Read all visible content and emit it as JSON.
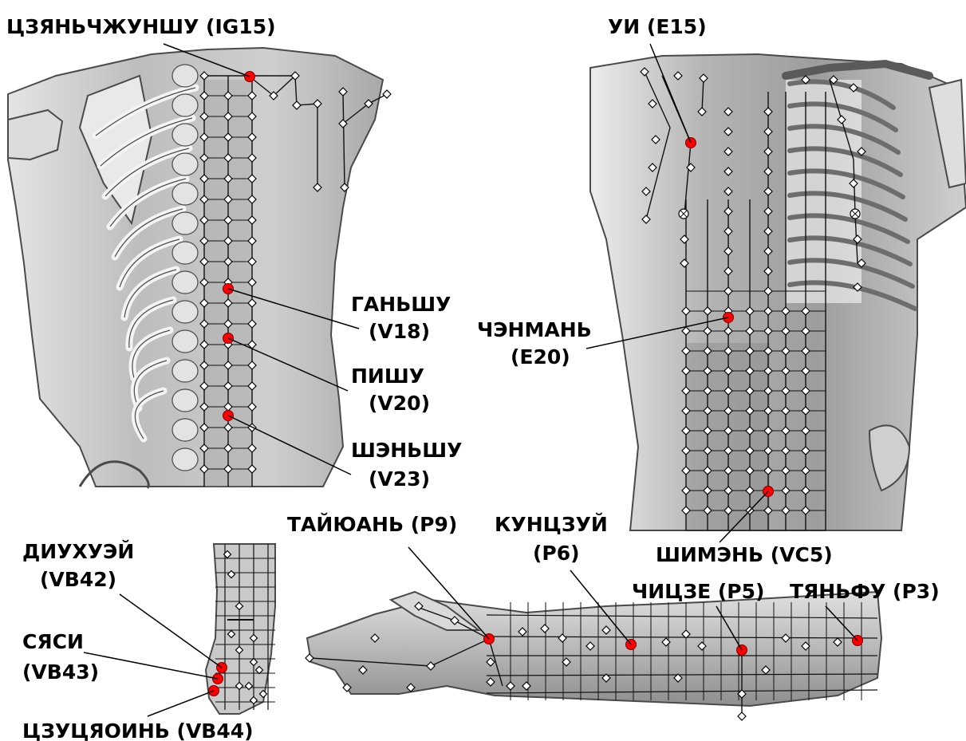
{
  "colors": {
    "point_highlight": "#ff0000",
    "point_regular": "#ffffff",
    "grid": "#111111",
    "body_light": "#d2d2d2",
    "body_mid": "#a8a8a8",
    "body_dark": "#7a7a7a",
    "outline": "#4a4a4a"
  },
  "regions": {
    "back": {
      "label": "back-torso"
    },
    "front": {
      "label": "front-torso"
    },
    "foot": {
      "label": "foot"
    },
    "arm": {
      "label": "forearm-hand"
    }
  },
  "labels": [
    {
      "id": "ig15",
      "lines": [
        "ЦЗЯНЬЧЖУНШУ (IG15)"
      ]
    },
    {
      "id": "e15",
      "lines": [
        "УИ (E15)"
      ]
    },
    {
      "id": "v18",
      "lines": [
        "ГАНЬШУ",
        "(V18)"
      ]
    },
    {
      "id": "e20",
      "lines": [
        "ЧЭНМАНЬ",
        "(E20)"
      ]
    },
    {
      "id": "v20",
      "lines": [
        "ПИШУ",
        "(V20)"
      ]
    },
    {
      "id": "v23",
      "lines": [
        "ШЭНЬШУ",
        "(V23)"
      ]
    },
    {
      "id": "p9",
      "lines": [
        "ТАЙЮАНЬ (P9)"
      ]
    },
    {
      "id": "p6",
      "lines": [
        "КУНЦЗУЙ",
        "(P6)"
      ]
    },
    {
      "id": "vc5",
      "lines": [
        "ШИМЭНЬ (VC5)"
      ]
    },
    {
      "id": "vb42",
      "lines": [
        "ДИУХУЭЙ",
        "(VB42)"
      ]
    },
    {
      "id": "p5",
      "lines": [
        "ЧИЦЗЕ (P5)"
      ]
    },
    {
      "id": "p3",
      "lines": [
        "ТЯНЬФУ (P3)"
      ]
    },
    {
      "id": "vb43",
      "lines": [
        "СЯСИ",
        "(VB43)"
      ]
    },
    {
      "id": "vb44",
      "lines": [
        "ЦЗУЦЯОИНЬ (VB44)"
      ]
    }
  ]
}
